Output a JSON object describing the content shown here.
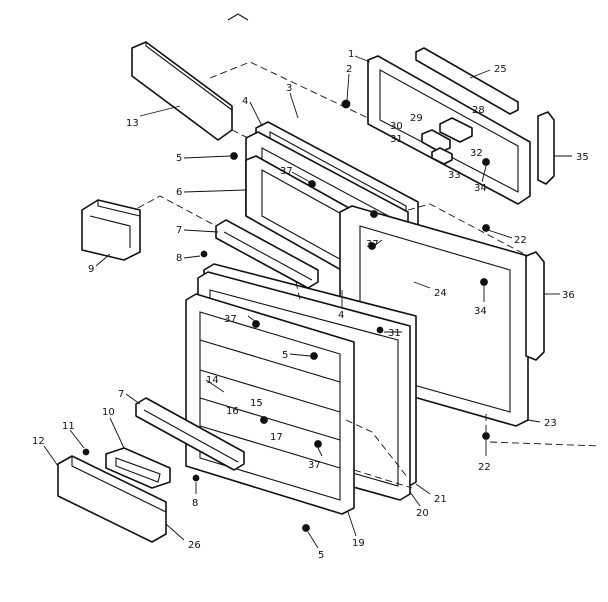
{
  "callouts": [
    {
      "id": "c1",
      "text": "1"
    },
    {
      "id": "c2",
      "text": "2"
    },
    {
      "id": "c3",
      "text": "3"
    },
    {
      "id": "c4a",
      "text": "4"
    },
    {
      "id": "c4b",
      "text": "4"
    },
    {
      "id": "c5a",
      "text": "5"
    },
    {
      "id": "c5b",
      "text": "5"
    },
    {
      "id": "c5c",
      "text": "5"
    },
    {
      "id": "c6",
      "text": "6"
    },
    {
      "id": "c7a",
      "text": "7"
    },
    {
      "id": "c7b",
      "text": "7"
    },
    {
      "id": "c8a",
      "text": "8"
    },
    {
      "id": "c8b",
      "text": "8"
    },
    {
      "id": "c9",
      "text": "9"
    },
    {
      "id": "c10",
      "text": "10"
    },
    {
      "id": "c11",
      "text": "11"
    },
    {
      "id": "c12",
      "text": "12"
    },
    {
      "id": "c13",
      "text": "13"
    },
    {
      "id": "c14",
      "text": "14"
    },
    {
      "id": "c15",
      "text": "15"
    },
    {
      "id": "c16",
      "text": "16"
    },
    {
      "id": "c17",
      "text": "17"
    },
    {
      "id": "c19",
      "text": "19"
    },
    {
      "id": "c20",
      "text": "20"
    },
    {
      "id": "c21",
      "text": "21"
    },
    {
      "id": "c22a",
      "text": "22"
    },
    {
      "id": "c22b",
      "text": "22"
    },
    {
      "id": "c23",
      "text": "23"
    },
    {
      "id": "c24",
      "text": "24"
    },
    {
      "id": "c25",
      "text": "25"
    },
    {
      "id": "c26",
      "text": "26"
    },
    {
      "id": "c28",
      "text": "28"
    },
    {
      "id": "c29",
      "text": "29"
    },
    {
      "id": "c30",
      "text": "30"
    },
    {
      "id": "c31a",
      "text": "31"
    },
    {
      "id": "c31b",
      "text": "31"
    },
    {
      "id": "c32",
      "text": "32"
    },
    {
      "id": "c33",
      "text": "33"
    },
    {
      "id": "c34a",
      "text": "34"
    },
    {
      "id": "c34b",
      "text": "34"
    },
    {
      "id": "c35",
      "text": "35"
    },
    {
      "id": "c36",
      "text": "36"
    },
    {
      "id": "c37a",
      "text": "37"
    },
    {
      "id": "c37b",
      "text": "37"
    },
    {
      "id": "c37c",
      "text": "37"
    },
    {
      "id": "c37d",
      "text": "37"
    }
  ]
}
